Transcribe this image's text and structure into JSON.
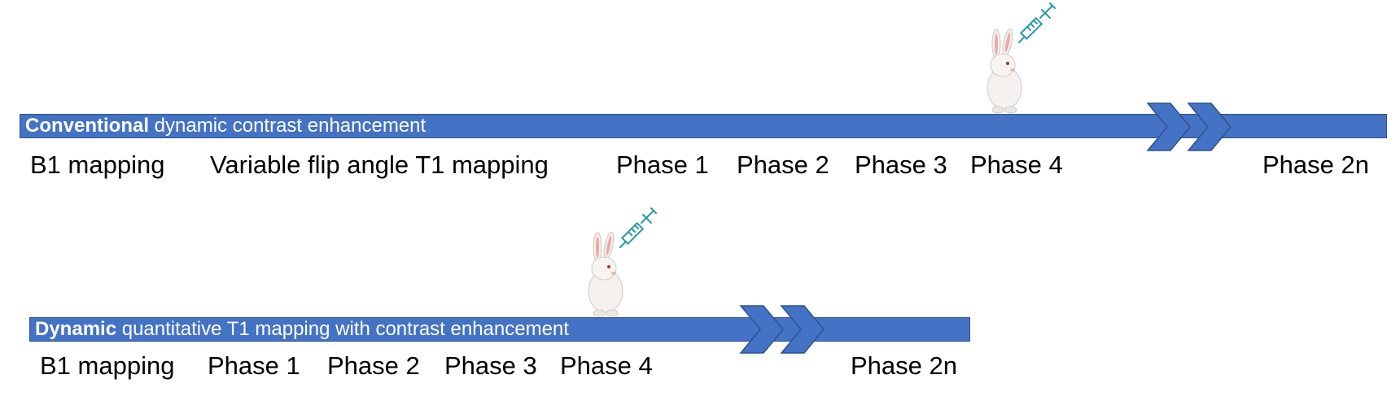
{
  "colors": {
    "bar": "#4472c4",
    "bar_border": "#2f528f",
    "syringe": "#2a9aa6"
  },
  "conventional": {
    "title_bold": "Conventional",
    "title_rest": " dynamic contrast enhancement",
    "labels": [
      "B1 mapping",
      "Variable flip angle T1 mapping",
      "Phase 1",
      "Phase 2",
      "Phase 3",
      "Phase 4",
      "Phase 2n"
    ]
  },
  "dynamic": {
    "title_bold": "Dynamic",
    "title_rest": " quantitative T1 mapping with contrast enhancement",
    "labels": [
      "B1 mapping",
      "Phase 1",
      "Phase 2",
      "Phase 3",
      "Phase 4",
      "Phase 2n"
    ]
  },
  "icons": [
    "rabbit-icon",
    "syringe-icon"
  ]
}
